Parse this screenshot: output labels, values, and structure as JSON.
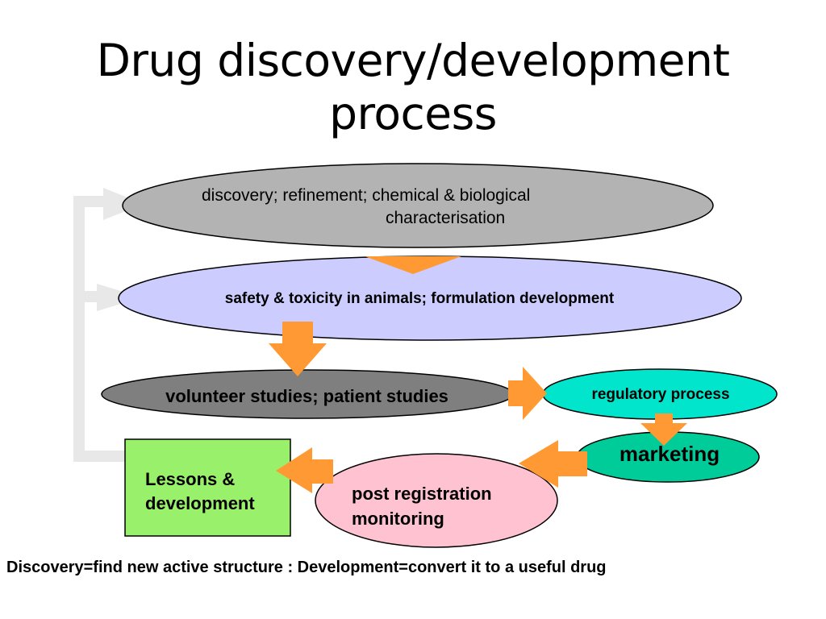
{
  "title": {
    "line1": "Drug discovery/development",
    "line2": "process"
  },
  "nodes": {
    "discovery": {
      "line1": "discovery; refinement; chemical & biological",
      "line2": "characterisation"
    },
    "safety": {
      "label": "safety & toxicity in animals; formulation development"
    },
    "volunteer": {
      "label": "volunteer studies; patient studies"
    },
    "regulatory": {
      "label": "regulatory process"
    },
    "marketing": {
      "label": "marketing"
    },
    "post_registration": {
      "line1": "post registration",
      "line2": "monitoring"
    },
    "lessons": {
      "line1": "Lessons &",
      "line2": "development"
    }
  },
  "footnote": "Discovery=find new active structure : Development=convert it to a useful drug",
  "colors": {
    "discovery_fill": "#b3b3b3",
    "safety_fill": "#ccccff",
    "volunteer_fill": "#7f7f7f",
    "regulatory_fill": "#00e5cc",
    "marketing_fill": "#00cc99",
    "post_fill": "#ffc2d1",
    "lessons_fill": "#99f06a",
    "arrow_fill": "#ff9933",
    "feedback_fill": "#e8e8e8"
  }
}
